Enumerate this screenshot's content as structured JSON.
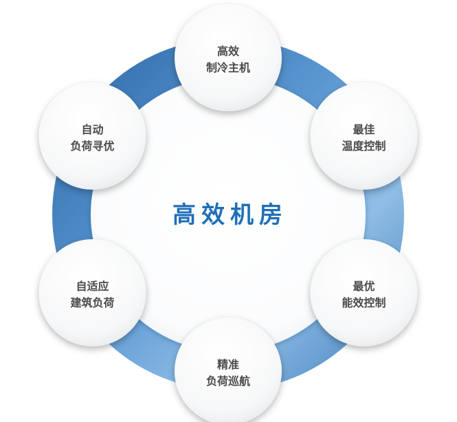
{
  "center": {
    "title": "高效机房"
  },
  "nodes": [
    {
      "line1": "高效",
      "line2": "制冷主机"
    },
    {
      "line1": "最佳",
      "line2": "温度控制"
    },
    {
      "line1": "最优",
      "line2": "能效控制"
    },
    {
      "line1": "精准",
      "line2": "负荷巡航"
    },
    {
      "line1": "自适应",
      "line2": "建筑负荷"
    },
    {
      "line1": "自动",
      "line2": "负荷寻优"
    }
  ],
  "colors": {
    "ring_dark": "#2f6fae",
    "ring_light": "#6fa8dc",
    "title": "#1f6fb8",
    "label": "#4a4a4a"
  }
}
